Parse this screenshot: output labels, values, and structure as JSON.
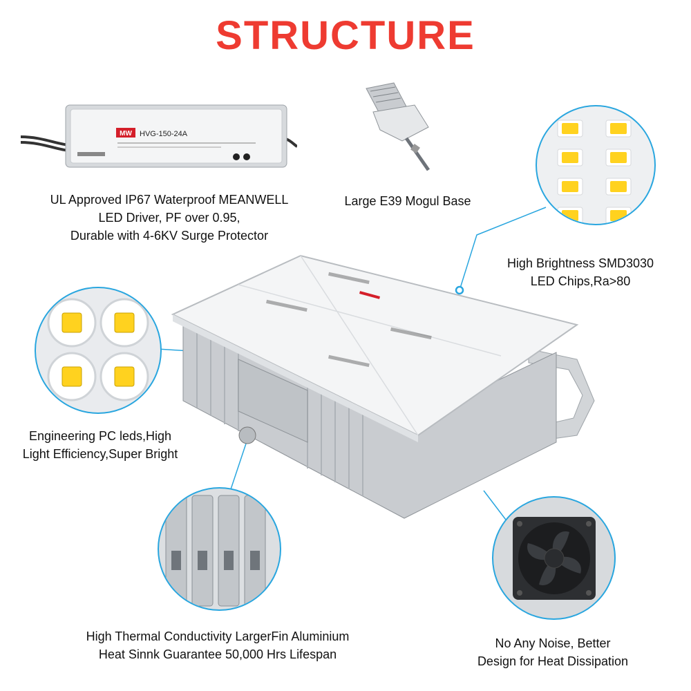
{
  "title": "STRUCTURE",
  "driver": {
    "model": "HVG-150-24A",
    "logo": "MW",
    "caption": [
      "UL Approved IP67 Waterproof MEANWELL",
      "LED Driver, PF over 0.95,",
      "Durable with 4-6KV Surge Protector"
    ]
  },
  "base": {
    "caption": [
      "Large E39 Mogul Base"
    ]
  },
  "chips": {
    "caption": [
      "High Brightness SMD3030",
      "LED Chips,Ra>80"
    ]
  },
  "pcleds": {
    "caption": [
      "Engineering PC leds,High",
      "Light Efficiency,Super Bright"
    ]
  },
  "fins": {
    "caption": [
      "High Thermal Conductivity LargerFin Aluminium",
      "Heat Sinnk Guarantee 50,000 Hrs Lifespan"
    ]
  },
  "fan": {
    "caption": [
      "No Any Noise, Better",
      "Design for Heat Dissipation"
    ]
  },
  "colors": {
    "title": "#ee3b31",
    "callout": "#29a6df",
    "chip": "#ffd21f",
    "aluminium": "#c9ccd0"
  }
}
